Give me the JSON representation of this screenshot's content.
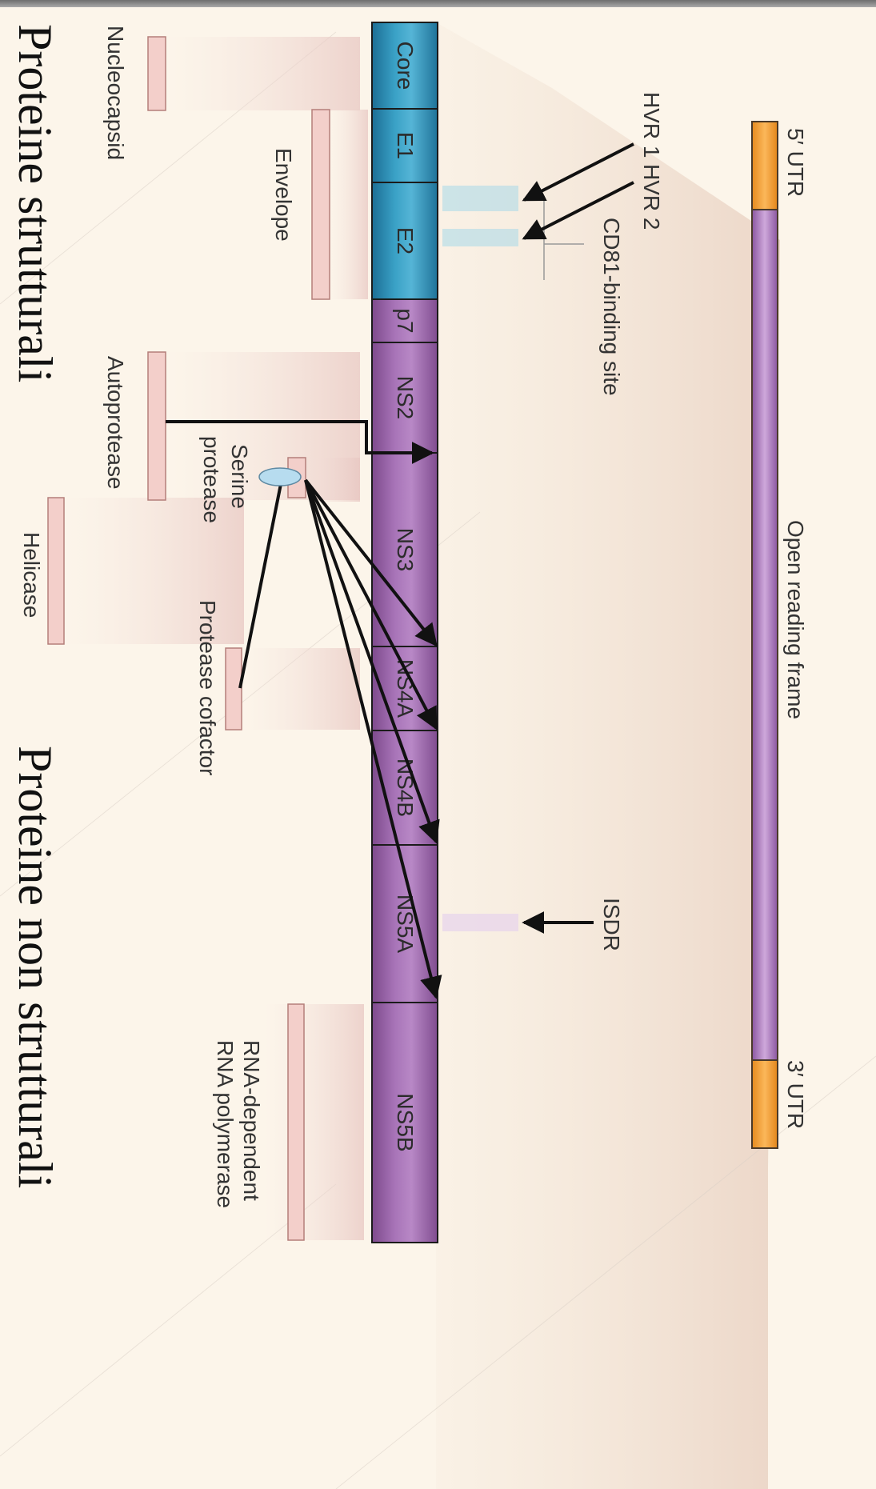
{
  "genome": {
    "utr5": "5′ UTR",
    "orf": "Open reading frame",
    "utr3": "3′ UTR"
  },
  "polyprotein": {
    "segments": [
      {
        "label": "Core",
        "kind": "structural"
      },
      {
        "label": "E1",
        "kind": "structural"
      },
      {
        "label": "E2",
        "kind": "structural"
      },
      {
        "label": "p7",
        "kind": "nonstructural"
      },
      {
        "label": "NS2",
        "kind": "nonstructural"
      },
      {
        "label": "NS3",
        "kind": "nonstructural"
      },
      {
        "label": "NS4A",
        "kind": "nonstructural"
      },
      {
        "label": "NS4B",
        "kind": "nonstructural"
      },
      {
        "label": "NS5A",
        "kind": "nonstructural"
      },
      {
        "label": "NS5B",
        "kind": "nonstructural"
      }
    ]
  },
  "annotations": {
    "hvr1": "HVR 1",
    "hvr2": "HVR 2",
    "cd81": "CD81-binding site",
    "isdr": "ISDR"
  },
  "functions": {
    "nucleocapsid": "Nucleocapsid",
    "envelope": "Envelope",
    "autoprotease": "Autoprotease",
    "serine_protease_1": "Serine",
    "serine_protease_2": "protease",
    "helicase": "Helicase",
    "protease_cofactor": "Protease cofactor",
    "rdrp_1": "RNA-dependent",
    "rdrp_2": "RNA polymerase"
  },
  "captions": {
    "structural": "Proteine strutturali",
    "nonstructural": "Proteine non strutturali"
  },
  "colors": {
    "background": "#fcf5ea",
    "structural_blue": "#2e8fb5",
    "nonstructural_purple": "#9b62a9",
    "utr_orange": "#f5a336",
    "function_box": "#f3cfca"
  }
}
